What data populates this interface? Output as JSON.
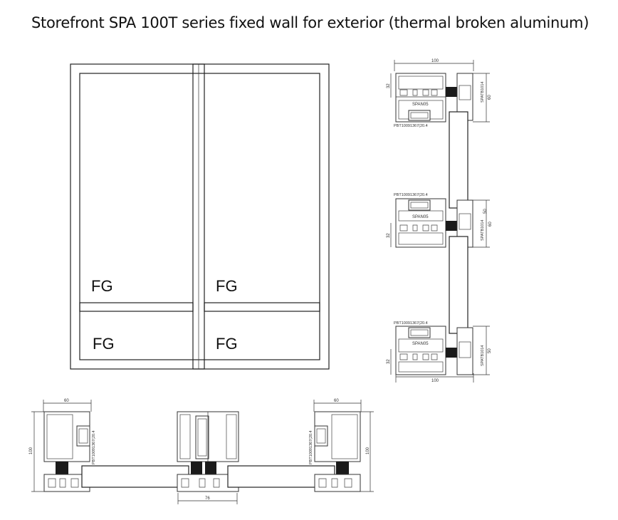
{
  "title": "Storefront SPA 100T series fixed wall for exterior (thermal broken aluminum)",
  "elevation": {
    "panels": [
      "FG",
      "FG",
      "FG",
      "FG"
    ]
  },
  "vertical_section": {
    "dim_top_width": "100",
    "dim_bottom_width": "100",
    "dim_32_a": "32",
    "dim_32_b": "32",
    "dim_32_c": "32",
    "dim_60_a": "60",
    "dim_60_b": "60",
    "dim_50_a": "50",
    "dim_50_b": "50",
    "profile_top": "SPAN05",
    "profile_mid": "SPAN05",
    "profile_bot": "SPAN05",
    "part_a": "PBT10091367(20.4",
    "part_b": "PBT10091367(20.4",
    "part_c": "PBT10091367(20.4",
    "side_a": "SPATB1014",
    "side_b": "SPATB1014",
    "side_c": "SPATB1014"
  },
  "horizontal_section": {
    "dim_left": "60",
    "dim_right": "60",
    "dim_mullion": "76",
    "dim_height_left": "100",
    "dim_height_right": "100",
    "part_left": "PBT10091367(20.4",
    "part_right": "PBT10091367(20.4"
  },
  "colors": {
    "line": "#222222",
    "gasket": "#1a1a1a"
  }
}
